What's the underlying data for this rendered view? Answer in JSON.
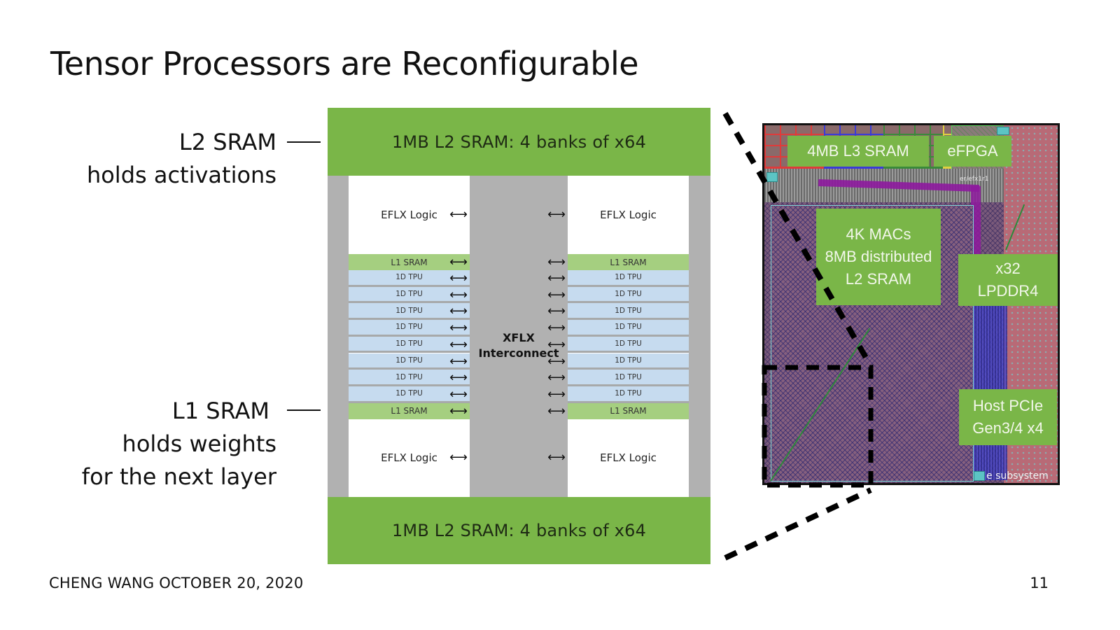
{
  "slide": {
    "title": "Tensor Processors are Reconfigurable",
    "page_number": "11",
    "footer": "CHENG WANG  OCTOBER 20, 2020"
  },
  "callouts": {
    "l2": {
      "line1": "L2 SRAM",
      "line2": "holds activations"
    },
    "l1": {
      "line1": "L1 SRAM",
      "line2": "holds weights",
      "line3": "for the next layer"
    }
  },
  "block_diagram": {
    "l2_top": "1MB L2 SRAM: 4 banks of x64",
    "l2_bottom": "1MB L2 SRAM: 4 banks of x64",
    "interconnect": {
      "line1": "XFLX",
      "line2": "Interconnect"
    },
    "arrow_glyph": "⟷",
    "left_column": {
      "eflx_top": "EFLX Logic",
      "eflx_bottom": "EFLX Logic",
      "rows": [
        "L1 SRAM",
        "1D TPU",
        "1D TPU",
        "1D TPU",
        "1D TPU",
        "1D TPU",
        "1D TPU",
        "1D TPU",
        "1D TPU",
        "L1 SRAM"
      ]
    },
    "right_column": {
      "eflx_top": "EFLX Logic",
      "eflx_bottom": "EFLX Logic",
      "rows": [
        "L1 SRAM",
        "1D TPU",
        "1D TPU",
        "1D TPU",
        "1D TPU",
        "1D TPU",
        "1D TPU",
        "1D TPU",
        "1D TPU",
        "L1 SRAM"
      ]
    },
    "colors": {
      "l2_green": "#7ab648",
      "l1_green": "#a5cf80",
      "tpu_blue": "#c6dbef",
      "interconnect_gray": "#b1b1b1"
    }
  },
  "die_photo": {
    "labels": {
      "l3": "4MB L3 SRAM",
      "efpga": "eFPGA",
      "macs": {
        "line1": "4K MACs",
        "line2": "8MB distributed",
        "line3": "L2 SRAM"
      },
      "lpddr": {
        "line1": "x32",
        "line2": "LPDDR4"
      },
      "pcie": {
        "line1": "Host PCIe",
        "line2": "Gen3/4 x4"
      },
      "efx_tag": "er/efx1r1",
      "subsystem": "e subsystem"
    },
    "l3_bank_colors": [
      "#e03a3a",
      "#3a3ad8",
      "#3a8a3a",
      "#e0d040"
    ]
  }
}
